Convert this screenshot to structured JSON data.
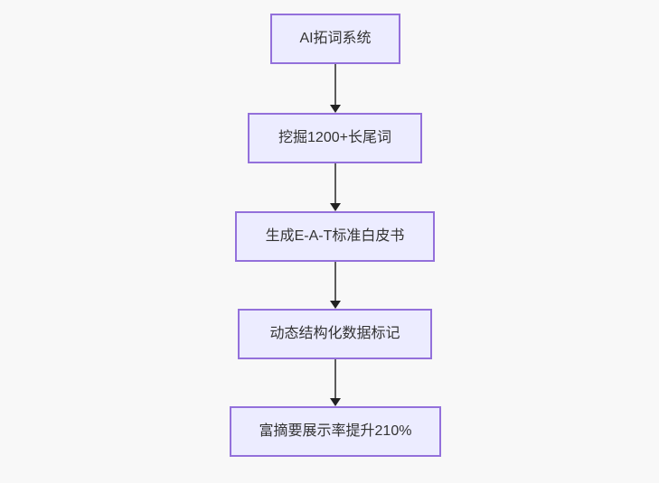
{
  "diagram": {
    "type": "flowchart-top-down",
    "nodes": [
      {
        "id": "node-1",
        "label": "AI拓词系统"
      },
      {
        "id": "node-2",
        "label": "挖掘1200+长尾词"
      },
      {
        "id": "node-3",
        "label": "生成E-A-T标准白皮书"
      },
      {
        "id": "node-4",
        "label": "动态结构化数据标记"
      },
      {
        "id": "node-5",
        "label": "富摘要展示率提升210%"
      }
    ],
    "edges": [
      {
        "from": "node-1",
        "to": "node-2",
        "style": "arrow-down"
      },
      {
        "from": "node-2",
        "to": "node-3",
        "style": "arrow-down"
      },
      {
        "from": "node-3",
        "to": "node-4",
        "style": "arrow-down"
      },
      {
        "from": "node-4",
        "to": "node-5",
        "style": "arrow-down"
      }
    ]
  },
  "colors": {
    "background": "#f8f8f8",
    "node-fill": "#ECECFF",
    "node-border": "#9370DB",
    "node-text": "#333333",
    "arrow-line": "#5c5c5c",
    "arrow-head": "#222222"
  }
}
